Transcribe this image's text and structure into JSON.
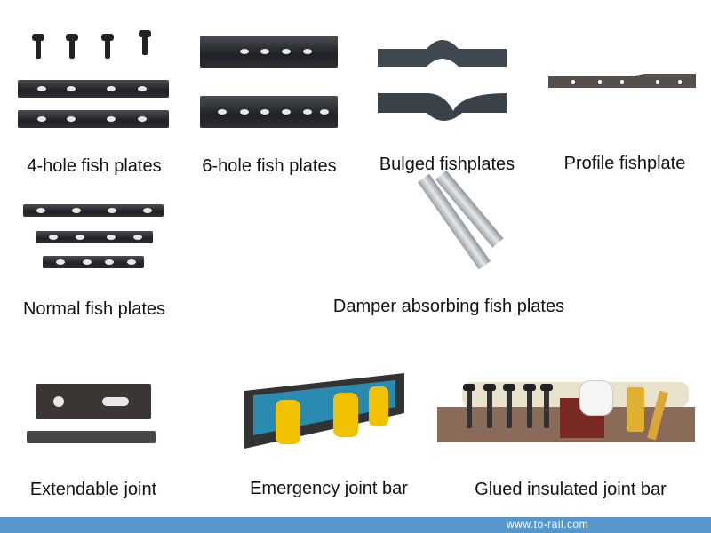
{
  "products": [
    {
      "label": "4-hole fish plates"
    },
    {
      "label": "6-hole fish plates"
    },
    {
      "label": "Bulged fishplates"
    },
    {
      "label": "Profile fishplate"
    },
    {
      "label": "Normal fish plates"
    },
    {
      "label": "Damper absorbing fish plates"
    },
    {
      "label": "Extendable joint"
    },
    {
      "label": "Emergency joint bar"
    },
    {
      "label": "Glued insulated joint bar"
    }
  ],
  "footer": {
    "url": "www.to-rail.com",
    "color": "#5596cc"
  }
}
